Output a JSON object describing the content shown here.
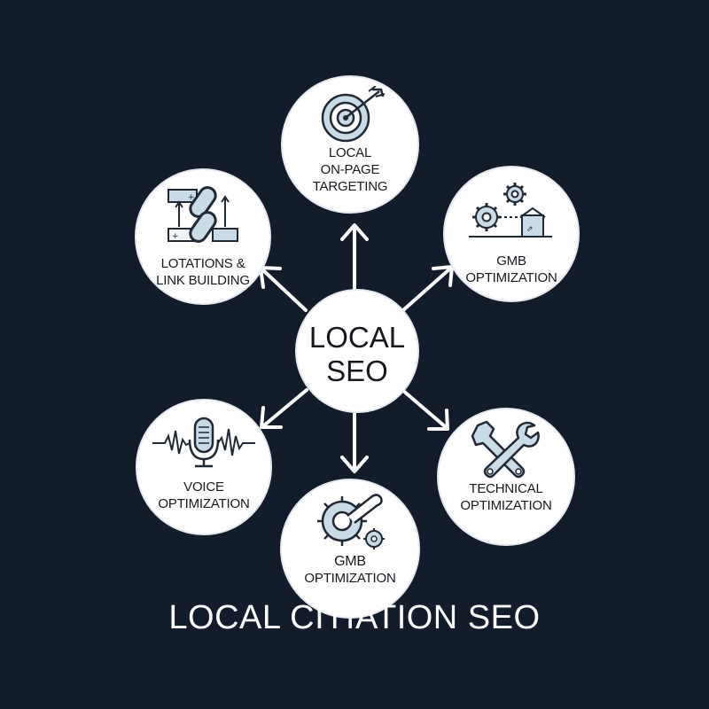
{
  "diagram": {
    "center": {
      "line1": "LOCAL",
      "line2": "SEO"
    },
    "nodes": {
      "top": {
        "lines": [
          "LOCAL",
          "ON-PAGE",
          "TARGETING"
        ],
        "icon": "target-arrow-icon"
      },
      "top_left": {
        "lines": [
          "LOTATIONS &",
          "LINK BUILDING"
        ],
        "icon": "chain-link-icon"
      },
      "top_right": {
        "lines": [
          "GMB",
          "OPTIMIZATION"
        ],
        "icon": "gears-building-icon"
      },
      "bottom_left": {
        "lines": [
          "VOICE",
          "OPTIMIZATION"
        ],
        "icon": "microphone-wave-icon"
      },
      "bottom_right": {
        "lines": [
          "TECHNICAL",
          "OPTIMIZATION"
        ],
        "icon": "wrench-tools-icon"
      },
      "bottom": {
        "lines": [
          "GMB",
          "OPTIMIZATION"
        ],
        "icon": "gear-wrench-icon"
      }
    },
    "footer_title": "LOCAL CITIATION SEO",
    "colors": {
      "background": "#131c2a",
      "node_fill": "#ffffff",
      "arrow": "#ffffff",
      "icon_accent": "#c9dbe7",
      "icon_stroke": "#1f2833"
    }
  }
}
